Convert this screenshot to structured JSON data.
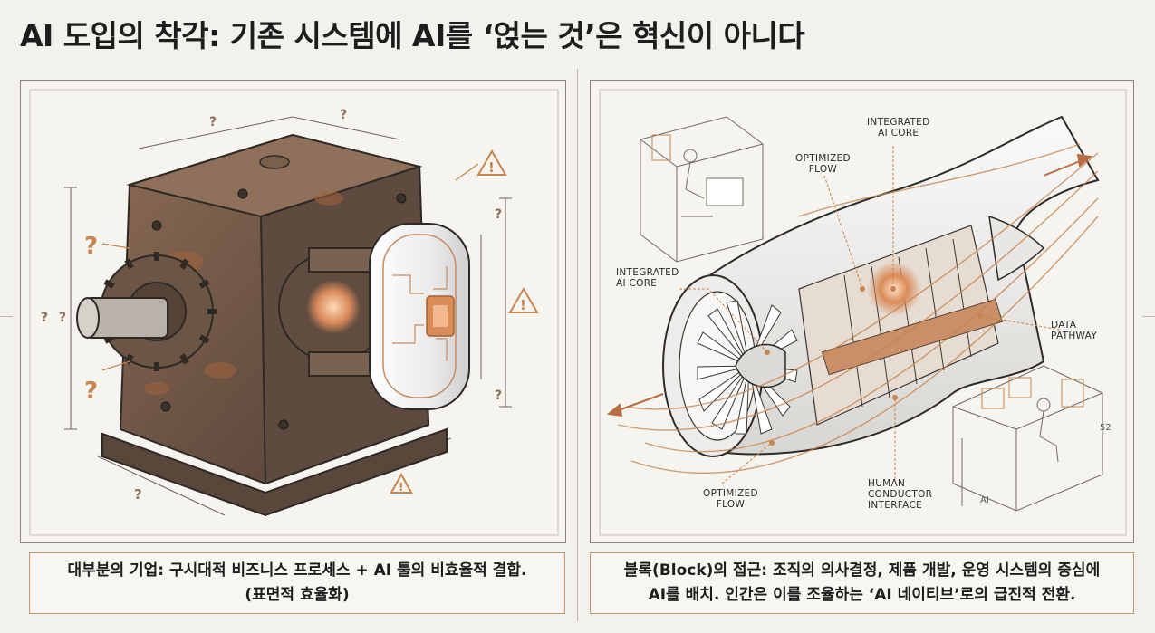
{
  "title": "AI 도입의 착각: 기존 시스템에 AI를 ‘얹는 것’은 혁신이 아니다",
  "left_panel": {
    "question_mark": "?",
    "caption_line1": "대부분의 기업: 구시대적 비즈니스 프로세스 + AI 툴의 비효율적 결합.",
    "caption_line2": "(표면적 효율화)"
  },
  "right_panel": {
    "labels": {
      "integrated_core_top": [
        "INTEGRATED",
        "AI CORE"
      ],
      "optimized_flow_top": [
        "OPTIMIZED",
        "FLOW"
      ],
      "integrated_core_left": [
        "INTEGRATED",
        "AI CORE"
      ],
      "data_pathway": [
        "DATA",
        "PATHWAY"
      ],
      "optimized_flow_bottom": [
        "OPTIMIZED",
        "FLOW"
      ],
      "human_interface": [
        "HUMAN",
        "CONDUCTOR",
        "INTERFACE"
      ],
      "dim_52": "52",
      "dim_ai": "AI"
    },
    "caption_line1": "블록(Block)의 접근: 조직의 의사결정, 제품 개발, 운영 시스템의 중심에",
    "caption_line2": "AI를 배치. 인간은 이를 조율하는 ‘AI 네이티브’로의 급진적 전환."
  },
  "colors": {
    "accent": "#c6854f",
    "rust": "#7a5a45",
    "line": "#3a3632",
    "paper": "#f6f4ef"
  }
}
